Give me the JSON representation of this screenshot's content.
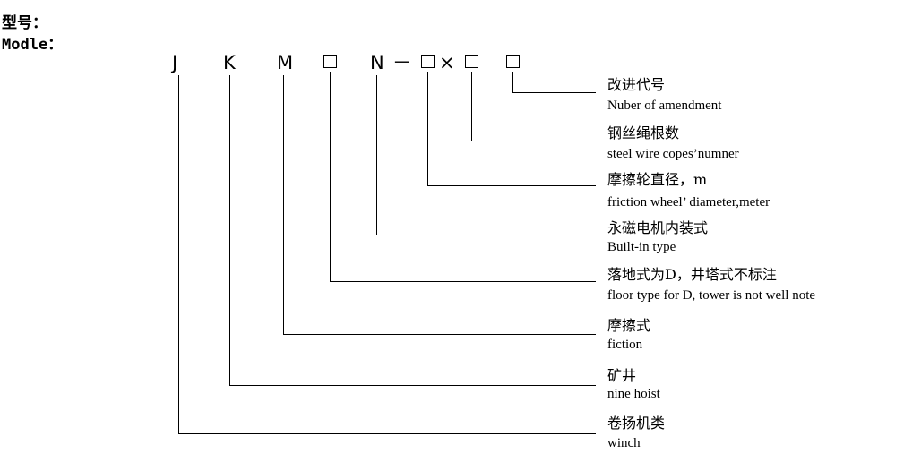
{
  "header": {
    "model_zh": "型号：",
    "model_en": "Modle："
  },
  "code": {
    "t1": "J",
    "t2": "K",
    "t3": "M",
    "t5": "N",
    "dash": "－",
    "times": "×"
  },
  "items": [
    {
      "zh": "改进代号",
      "en": "Nuber of amendment"
    },
    {
      "zh": "钢丝绳根数",
      "en": "steel wire copes’numner"
    },
    {
      "zh": "摩擦轮直径，m",
      "en": "friction wheel’ diameter,meter"
    },
    {
      "zh": "永磁电机内装式",
      "en": "Built-in type"
    },
    {
      "zh": "落地式为D，井塔式不标注",
      "en": "floor type for D, tower is not well note"
    },
    {
      "zh": "摩擦式",
      "en": "fiction"
    },
    {
      "zh": "矿井",
      "en": "nine hoist"
    },
    {
      "zh": "卷扬机类",
      "en": "winch"
    }
  ]
}
